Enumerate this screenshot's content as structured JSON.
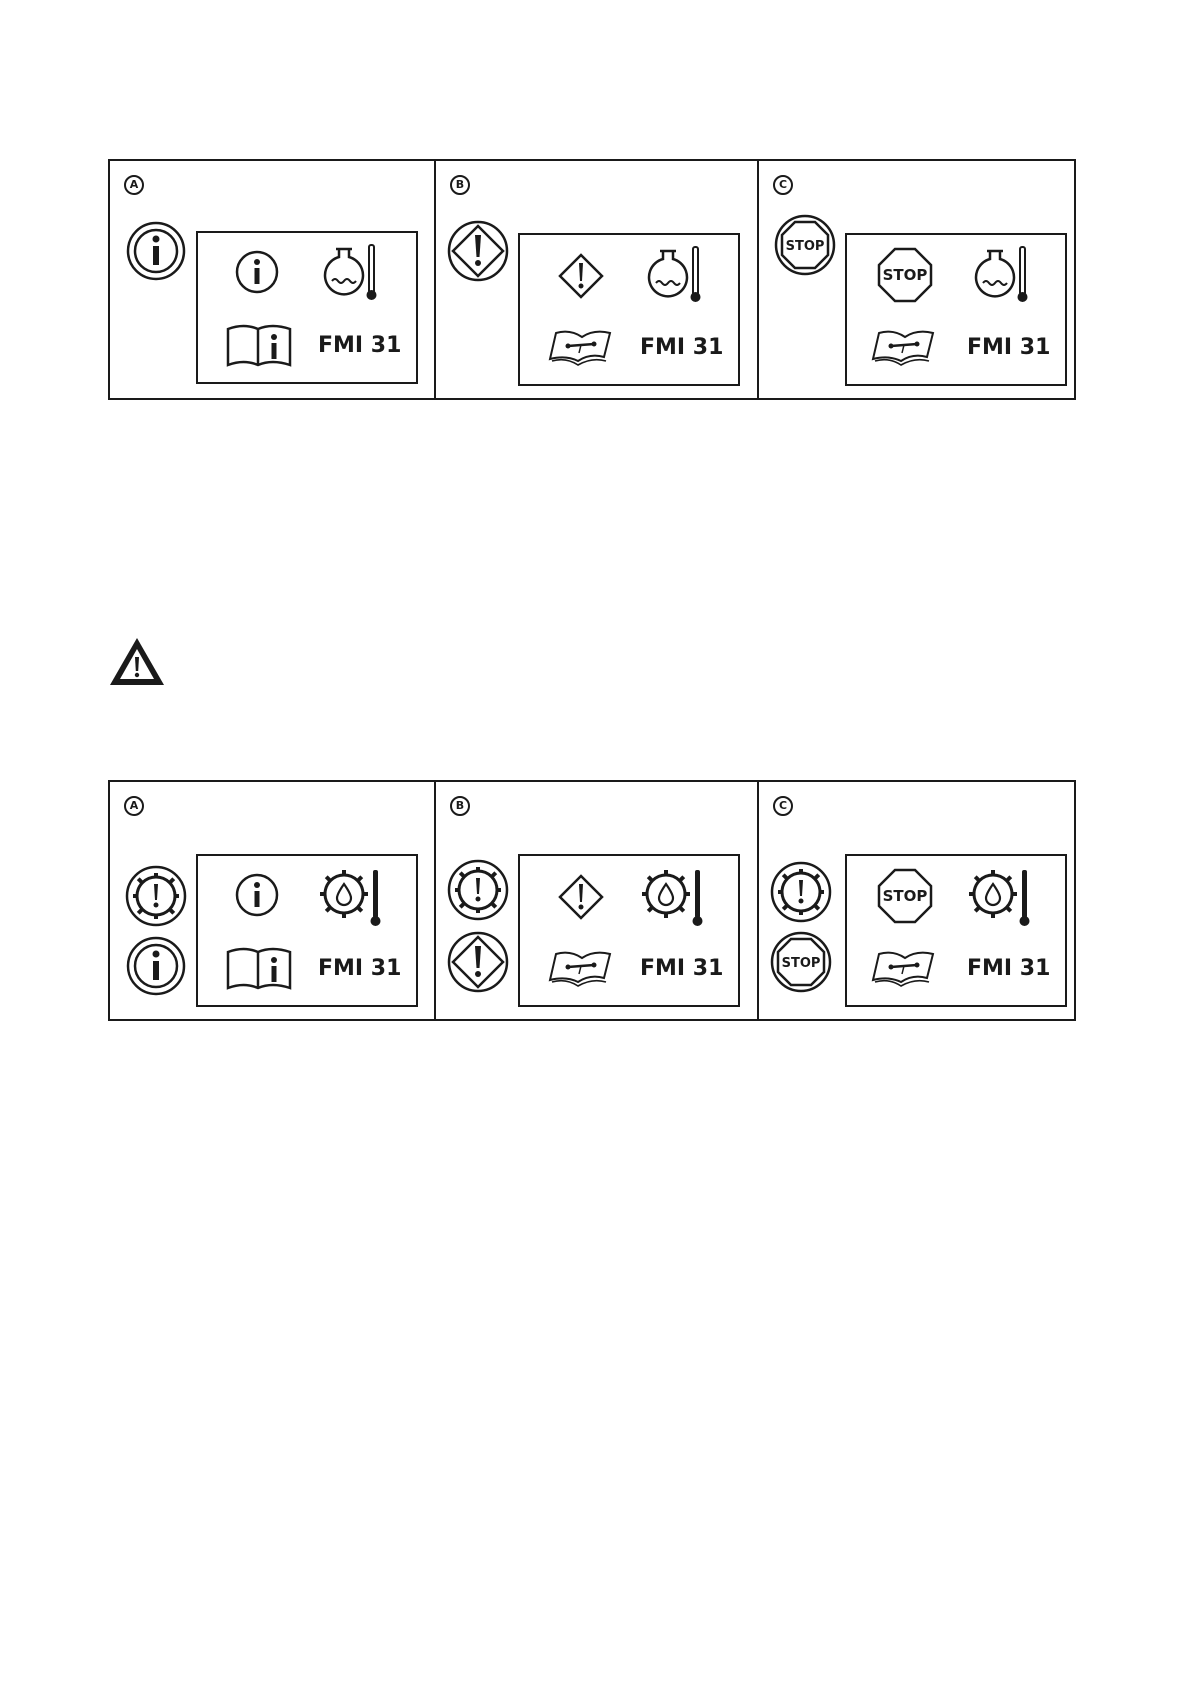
{
  "figures": [
    {
      "panels": [
        {
          "letter": "A",
          "side_icons": [
            "info-icon"
          ],
          "display_icons": [
            "info-icon",
            "coolant-temperature-icon",
            "manual-info-icon"
          ],
          "code": "FMI 31"
        },
        {
          "letter": "B",
          "side_icons": [
            "warning-diamond-icon"
          ],
          "display_icons": [
            "warning-diamond-icon",
            "coolant-temperature-icon",
            "service-manual-icon"
          ],
          "code": "FMI 31"
        },
        {
          "letter": "C",
          "side_icons": [
            "stop-icon"
          ],
          "display_icons": [
            "stop-icon",
            "coolant-temperature-icon",
            "service-manual-icon"
          ],
          "code": "FMI 31",
          "stop_text": "STOP"
        }
      ]
    },
    {
      "panels": [
        {
          "letter": "A",
          "side_icons": [
            "gear-warning-icon",
            "info-icon"
          ],
          "display_icons": [
            "info-icon",
            "oil-temperature-icon",
            "manual-info-icon"
          ],
          "code": "FMI 31"
        },
        {
          "letter": "B",
          "side_icons": [
            "gear-warning-icon",
            "warning-diamond-icon"
          ],
          "display_icons": [
            "warning-diamond-icon",
            "oil-temperature-icon",
            "service-manual-icon"
          ],
          "code": "FMI 31"
        },
        {
          "letter": "C",
          "side_icons": [
            "gear-warning-icon",
            "stop-icon"
          ],
          "display_icons": [
            "stop-icon",
            "oil-temperature-icon",
            "service-manual-icon"
          ],
          "code": "FMI 31",
          "stop_text": "STOP"
        }
      ]
    }
  ],
  "warning_symbol": "warning-triangle-icon"
}
